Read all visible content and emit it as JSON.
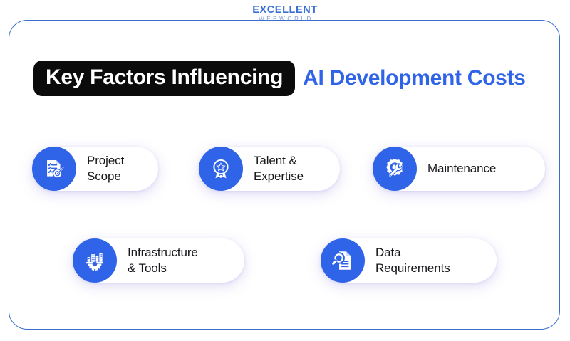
{
  "brand": {
    "logo_main": "EXCELLENT",
    "logo_sub": "WEBWORLD",
    "logo_color": "#3b6fd4"
  },
  "title": {
    "highlight": "Key Factors Influencing",
    "rest": "AI Development Costs",
    "highlight_bg": "#0b0b0b",
    "highlight_color": "#ffffff",
    "rest_color": "#2f63e8"
  },
  "theme": {
    "accent": "#2f63e8",
    "frame_border": "#3a6fd0",
    "card_bg": "#ffffff",
    "text": "#17171b",
    "page_bg": "#ffffff"
  },
  "cards": [
    {
      "label": "Project\nScope",
      "icon": "checklist-target-icon"
    },
    {
      "label": "Talent &\nExpertise",
      "icon": "star-award-badge-icon"
    },
    {
      "label": "Maintenance",
      "icon": "gear-wrench-icon"
    },
    {
      "label": "Infrastructure\n& Tools",
      "icon": "buildings-gear-icon"
    },
    {
      "label": "Data\nRequirements",
      "icon": "document-magnifier-icon"
    }
  ]
}
